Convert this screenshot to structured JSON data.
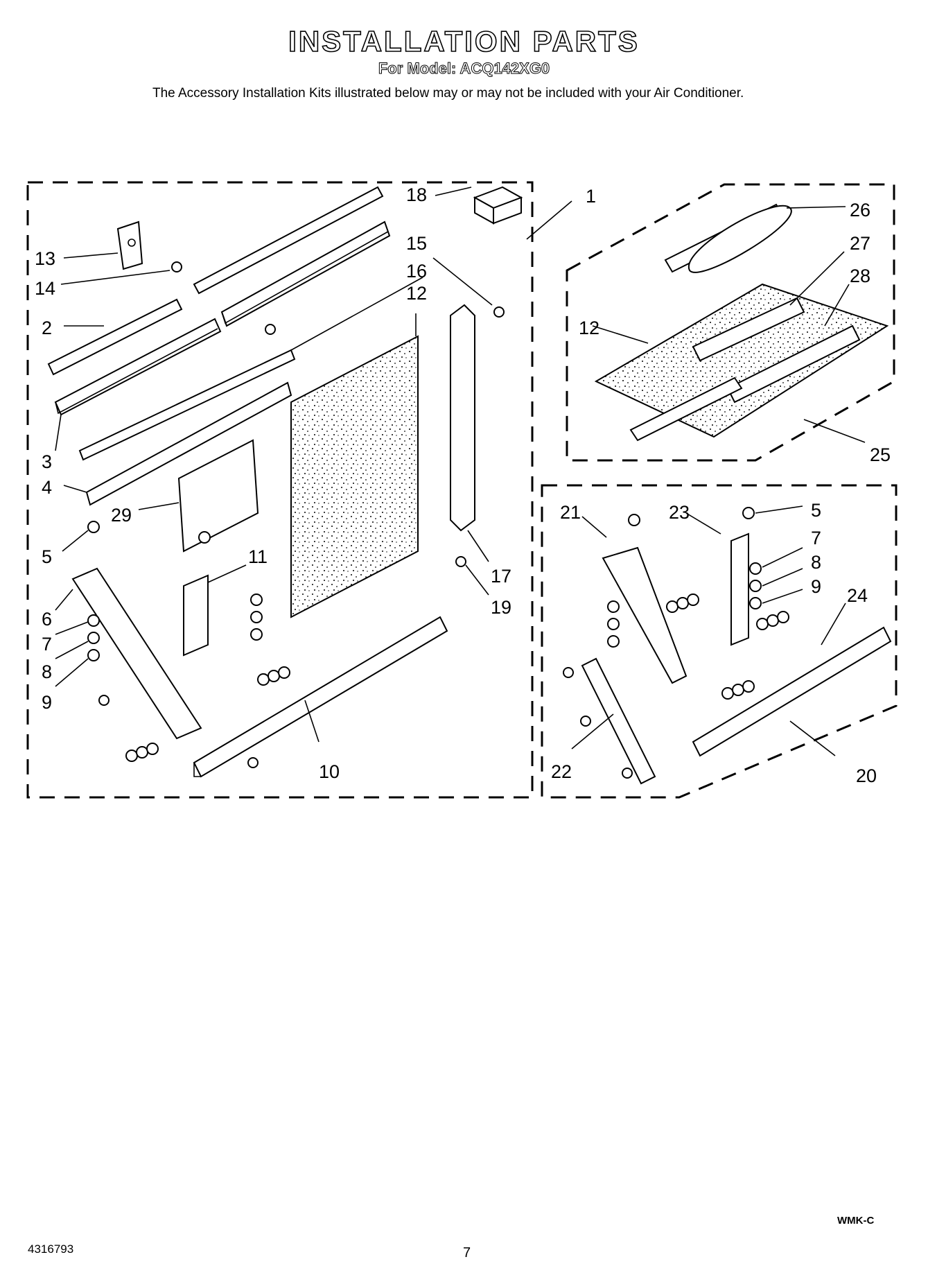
{
  "header": {
    "title": "INSTALLATION PARTS",
    "subtitle": "For Model: ACQ142XG0",
    "note": "The Accessory Installation Kits illustrated below may or may not be included with your Air Conditioner."
  },
  "footer": {
    "doc_number": "4316793",
    "page_number": "7",
    "code": "WMK-C"
  },
  "callouts": {
    "left": [
      "18",
      "15",
      "16",
      "12",
      "13",
      "14",
      "2",
      "3",
      "4",
      "29",
      "5",
      "11",
      "17",
      "19",
      "6",
      "7",
      "8",
      "9",
      "10"
    ],
    "kit": [
      "1"
    ],
    "top_right": [
      "26",
      "27",
      "28",
      "12",
      "25"
    ],
    "bottom_right": [
      "21",
      "23",
      "5",
      "7",
      "8",
      "9",
      "24",
      "22",
      "20"
    ]
  }
}
